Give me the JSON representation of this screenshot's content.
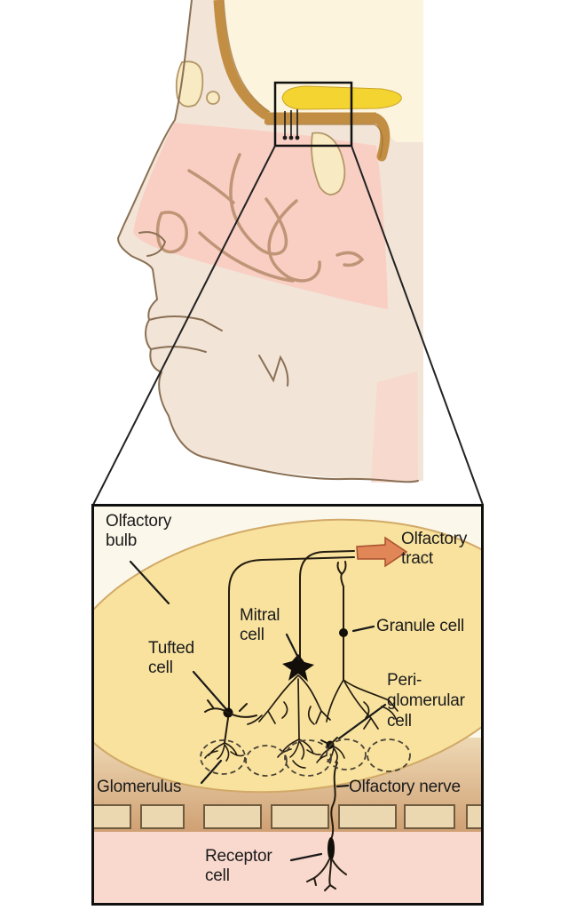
{
  "diagram": {
    "labels": {
      "olfactory_bulb": "Olfactory\nbulb",
      "olfactory_tract": "Olfactory\ntract",
      "mitral_cell": "Mitral\ncell",
      "granule_cell": "Granule cell",
      "tufted_cell": "Tufted\ncell",
      "periglomerular_cell": "Peri-\nglomerular\ncell",
      "glomerulus": "Glomerulus",
      "olfactory_nerve": "Olfactory nerve",
      "receptor_cell": "Receptor\ncell"
    },
    "colors": {
      "face_skin": "#f2e4d7",
      "brain_area": "#fdf4dd",
      "skull_bone_brown": "#c28e44",
      "small_bulb_yellow": "#f4d431",
      "sinus_cream": "#f8eac2",
      "nasal_cavity_pink": "#f9cfc4",
      "inset_bulb_fill": "#f8e29e",
      "olfactory_tract_arrow": "#e08657",
      "cribriform_bone": "#ecd8b0",
      "epithelium_pink": "#f9d8ce",
      "line_ink": "#241c10",
      "label_text": "#1b1b1b"
    }
  }
}
